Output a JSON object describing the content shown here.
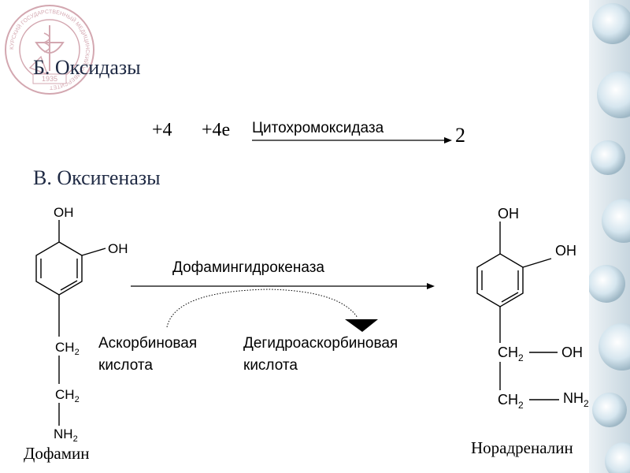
{
  "logo": {
    "ring_text": "КУРСКИЙ ГОСУДАРСТВЕННЫЙ МЕДИЦИНСКИЙ УНИВЕРСИТЕТ",
    "year": "1935"
  },
  "section_b": {
    "title": "Б. Оксидазы",
    "reaction": {
      "reactant_coef": "+4",
      "electrons": "+4e",
      "enzyme": "Цитохромоксидаза",
      "product_coef": "2"
    }
  },
  "section_v": {
    "title": "В. Оксигеназы",
    "enzyme": "Дофамингидрокеназа",
    "cofactor_in": "Аскорбиновая\nкислота",
    "cofactor_out": "Дегидроаскорбиновая\nкислота",
    "substrate": {
      "name": "Дофамин",
      "oh1": "OH",
      "oh2": "OH",
      "ch2_1": "CH",
      "ch2_2": "CH",
      "nh2": "NH",
      "sub": "2"
    },
    "product": {
      "name": "Норадреналин",
      "oh1": "OH",
      "oh2": "OH",
      "ch2_1": "CH",
      "oh3": "OH",
      "ch2_2": "CH",
      "nh2": "NH",
      "sub": "2"
    }
  },
  "colors": {
    "heading": "#1f2a44",
    "logo": "#b06070",
    "decor": "#cfe0ea"
  }
}
